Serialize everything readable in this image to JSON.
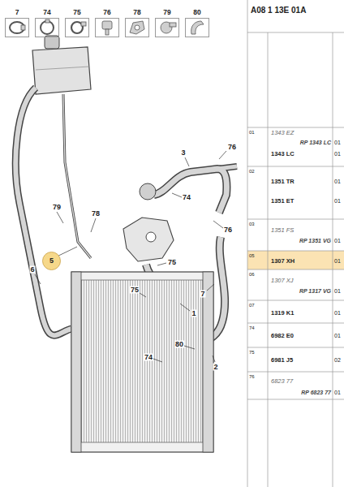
{
  "diagram": {
    "nodes": [
      {
        "text": [
          "7"
        ]
      },
      {
        "text": [
          "74"
        ]
      },
      {
        "text": [
          "75"
        ]
      },
      {
        "text": [
          "76"
        ]
      },
      {
        "text": [
          "78"
        ]
      },
      {
        "text": [
          "79"
        ]
      },
      {
        "text": [
          "80"
        ]
      },
      {
        "text": [
          "5"
        ]
      }
    ],
    "labels": [
      "3",
      "76",
      "74",
      "76",
      "79",
      "78",
      "6",
      "75",
      "75",
      "1",
      "7",
      "80",
      "74",
      "2",
      "A08 1 13E 01A",
      "01",
      "1343 EZ",
      "RP 1343 LC",
      "01",
      "1343 LC",
      "01",
      "02",
      "1351 TR",
      "01",
      "1351 ET",
      "01",
      "03",
      "1351 FS",
      "RP 1351 VG",
      "01",
      "05",
      "1307 XH",
      "01",
      "06",
      "1307 XJ",
      "RP 1317 VG",
      "01",
      "07",
      "1319 K1",
      "01",
      "74",
      "6982 E0",
      "01",
      "75",
      "6981 J5",
      "02",
      "76",
      "6823 77",
      "RP 6823 77",
      "01"
    ]
  }
}
